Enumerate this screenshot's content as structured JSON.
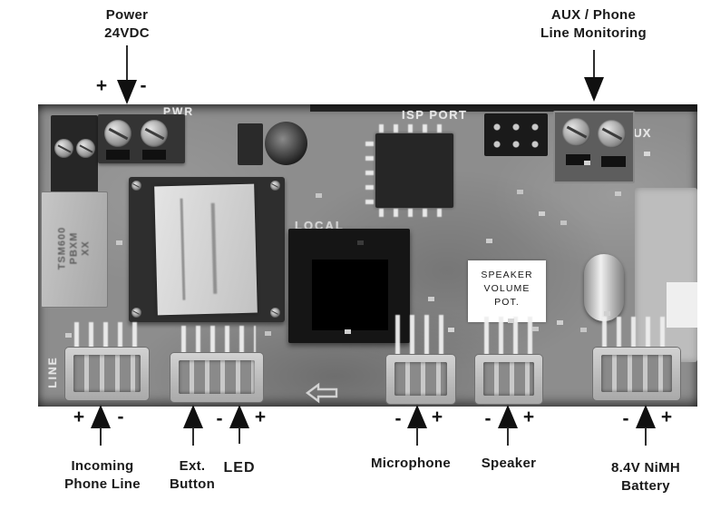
{
  "annotations": {
    "power": {
      "line1": "Power",
      "line2": "24VDC",
      "plus": "+",
      "minus": "-"
    },
    "aux": {
      "line1": "AUX / Phone",
      "line2": "Line Monitoring"
    },
    "incoming": {
      "plus": "+",
      "minus": "-",
      "line1": "Incoming",
      "line2": "Phone Line"
    },
    "ext_button": {
      "line1": "Ext.",
      "line2": "Button"
    },
    "led": {
      "minus": "-",
      "plus": "+",
      "line1": "LED"
    },
    "microphone": {
      "minus": "-",
      "plus": "+",
      "line1": "Microphone"
    },
    "speaker": {
      "minus": "-",
      "plus": "+",
      "line1": "Speaker"
    },
    "battery": {
      "minus": "-",
      "plus": "+",
      "line1": "8.4V NiMH",
      "line2": "Battery"
    }
  },
  "board": {
    "silkscreen": {
      "pwr": "PWR",
      "isp_port": "ISP PORT",
      "local": "LOCAL",
      "aux": "AUX",
      "line": "LINE"
    },
    "pot_label": {
      "line1": "SPEAKER",
      "line2": "VOLUME",
      "line3": "POT."
    },
    "relay_marking": {
      "line1": "TSM600",
      "line2": "PBXM",
      "logo": "XX"
    }
  },
  "colors": {
    "background": "#ffffff",
    "board_gray": "#8d8d8d",
    "label_text": "#1a1a1a",
    "silkscreen": "#e6e6e6",
    "pot_label_bg": "#ffffff"
  }
}
